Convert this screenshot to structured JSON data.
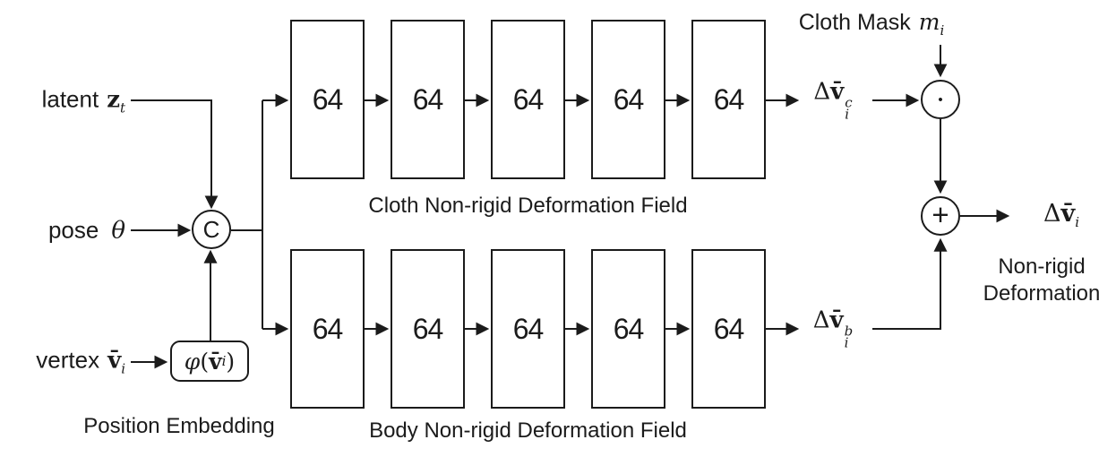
{
  "colors": {
    "ink": "#1b1b1b",
    "background": "#ffffff"
  },
  "inputs": {
    "latent": {
      "word": "latent",
      "symbol": "z",
      "sub": "t"
    },
    "pose": {
      "word": "pose",
      "symbol": "θ"
    },
    "vertex": {
      "word": "vertex",
      "symbol": "v̄",
      "sub": "i"
    }
  },
  "concat": {
    "symbol": "C"
  },
  "position_embedding": {
    "phi": "φ",
    "open": "(",
    "symbol": "v̄",
    "sub": "i",
    "close": ")",
    "caption": "Position Embedding"
  },
  "cloth_field": {
    "caption": "Cloth Non-rigid Deformation Field",
    "blocks": [
      "64",
      "64",
      "64",
      "64",
      "64"
    ]
  },
  "body_field": {
    "caption": "Body Non-rigid Deformation Field",
    "blocks": [
      "64",
      "64",
      "64",
      "64",
      "64"
    ]
  },
  "cloth_mask": {
    "label": "Cloth Mask",
    "symbol": "m",
    "sub": "i"
  },
  "operators": {
    "multiply": "•",
    "add": "+"
  },
  "outputs": {
    "cloth": {
      "delta": "Δ",
      "symbol": "v̄",
      "sub": "i",
      "sup": "c"
    },
    "body": {
      "delta": "Δ",
      "symbol": "v̄",
      "sub": "i",
      "sup": "b"
    },
    "final": {
      "delta": "Δ",
      "symbol": "v̄",
      "sub": "i"
    }
  },
  "final_caption": {
    "line1": "Non-rigid",
    "line2": "Deformation"
  }
}
